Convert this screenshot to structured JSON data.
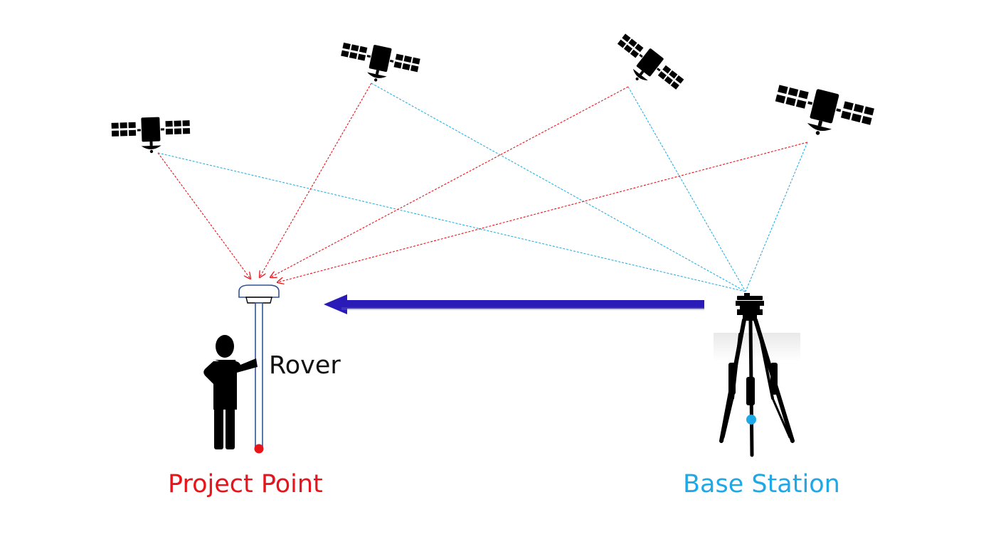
{
  "labels": {
    "rover": "Rover",
    "project_point": "Project Point",
    "base_station": "Base Station"
  },
  "colors": {
    "rover_signal": "#e8141b",
    "base_signal": "#2bb0e0",
    "correction_arrow": "#2a1bb8",
    "project_point": "#e8141b",
    "base_station": "#1da9e8",
    "label_text": "#111111",
    "icon": "#000000"
  },
  "icons": {
    "satellite": "satellite-icon",
    "surveyor": "surveyor-icon",
    "rover_antenna": "gnss-antenna-icon",
    "tripod": "tripod-icon"
  }
}
